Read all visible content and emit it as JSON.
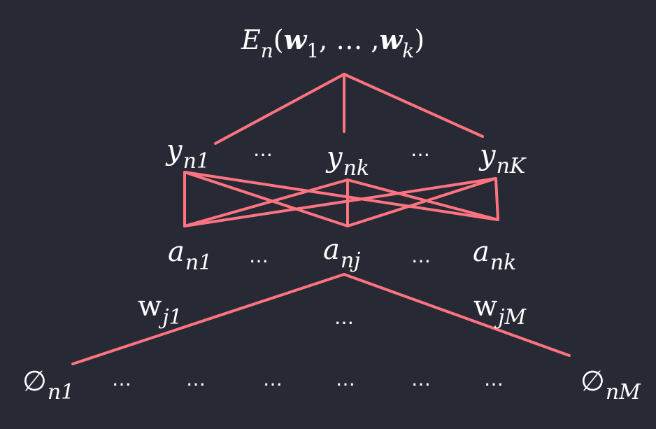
{
  "colors": {
    "background": "#272a35",
    "edge": "#ff7480",
    "text": "#ffffff"
  },
  "root": {
    "E": "E",
    "E_sub": "n",
    "open": "(",
    "w1": "w",
    "w1_sub": "1",
    "sep": ", … ,",
    "wk": "w",
    "wk_sub": "k",
    "close": ")"
  },
  "outputs": {
    "y1": {
      "base": "y",
      "sub": "n1"
    },
    "yk": {
      "base": "y",
      "sub": "nk"
    },
    "yK": {
      "base": "y",
      "sub": "nK"
    },
    "dots_left": "…",
    "dots_right": "…"
  },
  "activations": {
    "a1": {
      "base": "a",
      "sub": "n1"
    },
    "aj": {
      "base": "a",
      "sub": "nj"
    },
    "ak": {
      "base": "a",
      "sub": "nk"
    },
    "dots_left": "…",
    "dots_right": "…"
  },
  "weights": {
    "wj1": {
      "base": "w",
      "sub": "j1"
    },
    "wjM": {
      "base": "w",
      "sub": "jM"
    },
    "dots": "…"
  },
  "inputs": {
    "phi1": {
      "base": "∅",
      "sub": "n1"
    },
    "phiM": {
      "base": "∅",
      "sub": "nM"
    },
    "dots": [
      "…",
      "…",
      "…",
      "…",
      "…",
      "…"
    ]
  }
}
